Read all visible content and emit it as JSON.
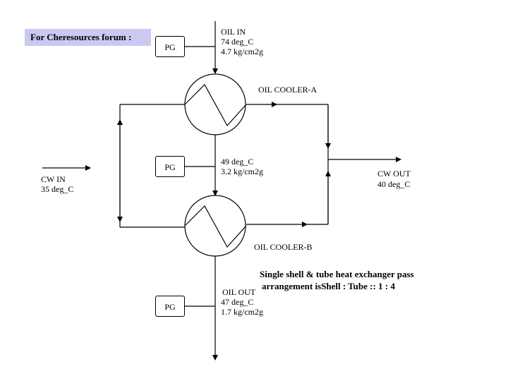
{
  "forum_label": "For Cheresources forum :",
  "pressure_gauge_label": "PG",
  "oil_in": {
    "title": "OIL IN",
    "temp": "74 deg_C",
    "pressure": "4.7 kg/cm2g"
  },
  "cooler_a": {
    "label": "OIL COOLER-A"
  },
  "mid_stream": {
    "temp": "49 deg_C",
    "pressure": "3.2 kg/cm2g"
  },
  "cooler_b": {
    "label": "OIL COOLER-B"
  },
  "oil_out": {
    "title": "OIL OUT",
    "temp": "47 deg_C",
    "pressure": "1.7 kg/cm2g"
  },
  "cw_in": {
    "title": "CW IN",
    "temp": "35 deg_C"
  },
  "cw_out": {
    "title": "CW OUT",
    "temp": "40 deg_C"
  },
  "note": {
    "line1": "Single shell &  tube heat exchanger pass",
    "line2": "arrangement isShell : Tube :: 1 : 4"
  },
  "line_color": "#000000",
  "forum_bg_color": "#c9c9f2"
}
